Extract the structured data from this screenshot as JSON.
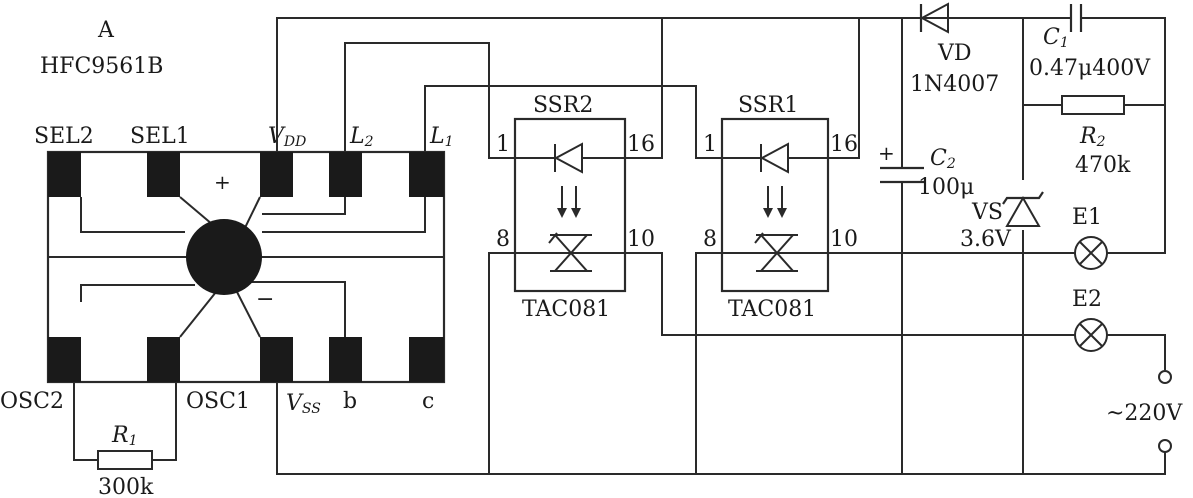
{
  "chip": {
    "ref": "A",
    "part": "HFC9561B",
    "pins_top": {
      "sel2": "SEL2",
      "sel1": "SEL1",
      "vdd": "V",
      "vdd_sub": "DD",
      "l2": "L",
      "l2_sub": "2",
      "l1": "L",
      "l1_sub": "1"
    },
    "pins_bottom": {
      "osc2": "OSC2",
      "osc1": "OSC1",
      "vss": "V",
      "vss_sub": "SS",
      "b": "b",
      "c": "c"
    },
    "plus": "+",
    "minus": "−"
  },
  "ssr2": {
    "name": "SSR2",
    "pin1": "1",
    "pin16": "16",
    "pin8": "8",
    "pin10": "10",
    "part": "TAC081"
  },
  "ssr1": {
    "name": "SSR1",
    "pin1": "1",
    "pin16": "16",
    "pin8": "8",
    "pin10": "10",
    "part": "TAC081"
  },
  "r1": {
    "ref": "R",
    "ref_sub": "1",
    "value": "300k"
  },
  "vd": {
    "ref": "VD",
    "part": "1N4007"
  },
  "c1": {
    "ref": "C",
    "ref_sub": "1",
    "value": "0.47μ400V"
  },
  "r2": {
    "ref": "R",
    "ref_sub": "2",
    "value": "470k"
  },
  "c2": {
    "ref": "C",
    "ref_sub": "2",
    "value": "100μ",
    "plus": "+"
  },
  "vs": {
    "ref": "VS",
    "value": "3.6V"
  },
  "lamps": {
    "e1": "E1",
    "e2": "E2"
  },
  "supply": {
    "label": "~220V"
  }
}
